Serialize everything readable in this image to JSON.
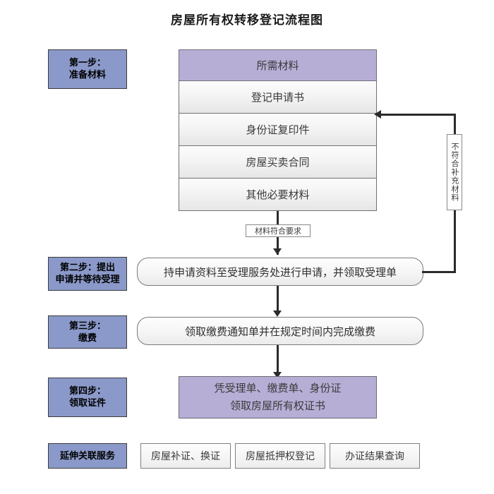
{
  "title": "房屋所有权转移登记流程图",
  "colors": {
    "stage_blue": "#8a99c9",
    "accent_purple": "#b7aed6",
    "line": "#2b2b2b",
    "box_border": "#7a7a7a",
    "page_background": "#ffffff"
  },
  "stages": [
    {
      "id": "step1",
      "line1": "第一步：",
      "line2": "准备材料"
    },
    {
      "id": "step2",
      "line1": "第二步：提出",
      "line2": "申请并等待受理"
    },
    {
      "id": "step3",
      "line1": "第三步：",
      "line2": "缴费"
    },
    {
      "id": "step4",
      "line1": "第四步：",
      "line2": "领取证件"
    },
    {
      "id": "extra",
      "line1": "延伸关联服务",
      "line2": ""
    }
  ],
  "materials": {
    "header": "所需材料",
    "items": [
      "登记申请书",
      "身份证复印件",
      "房屋买卖合同",
      "其他必要材料"
    ]
  },
  "edges": {
    "pass_label": "材料符合要求",
    "reject_label": "不符合补充材料"
  },
  "process": {
    "step2_text": "持申请资料至受理服务处进行申请，并领取受理单",
    "step3_text": "领取缴费通知单并在规定时间内完成缴费",
    "step4_line1": "凭受理单、缴费单、身份证",
    "step4_line2": "领取房屋所有权证书"
  },
  "services": [
    "房屋补证、换证",
    "房屋抵押权登记",
    "办证结果查询"
  ]
}
